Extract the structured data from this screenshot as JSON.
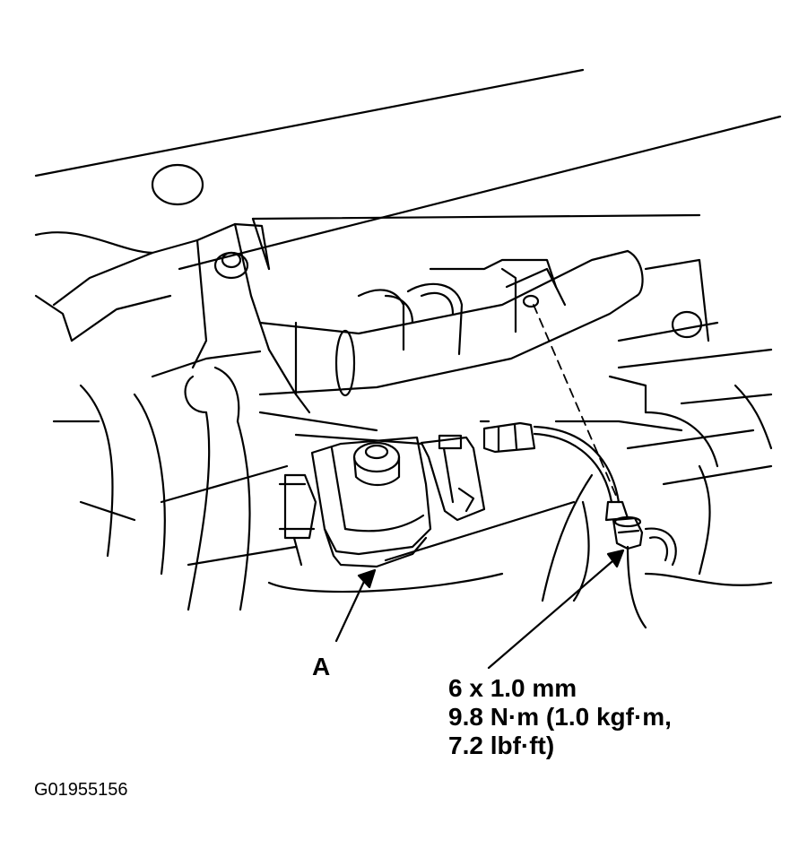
{
  "callout_a": "A",
  "bolt_spec": {
    "size": "6 x 1.0 mm",
    "torque_line1": "9.8 N·m (1.0 kgf·m,",
    "torque_line2": "7.2 lbf·ft)"
  },
  "figure_id": "G01955156",
  "colors": {
    "ink": "#000000",
    "background": "#ffffff"
  }
}
